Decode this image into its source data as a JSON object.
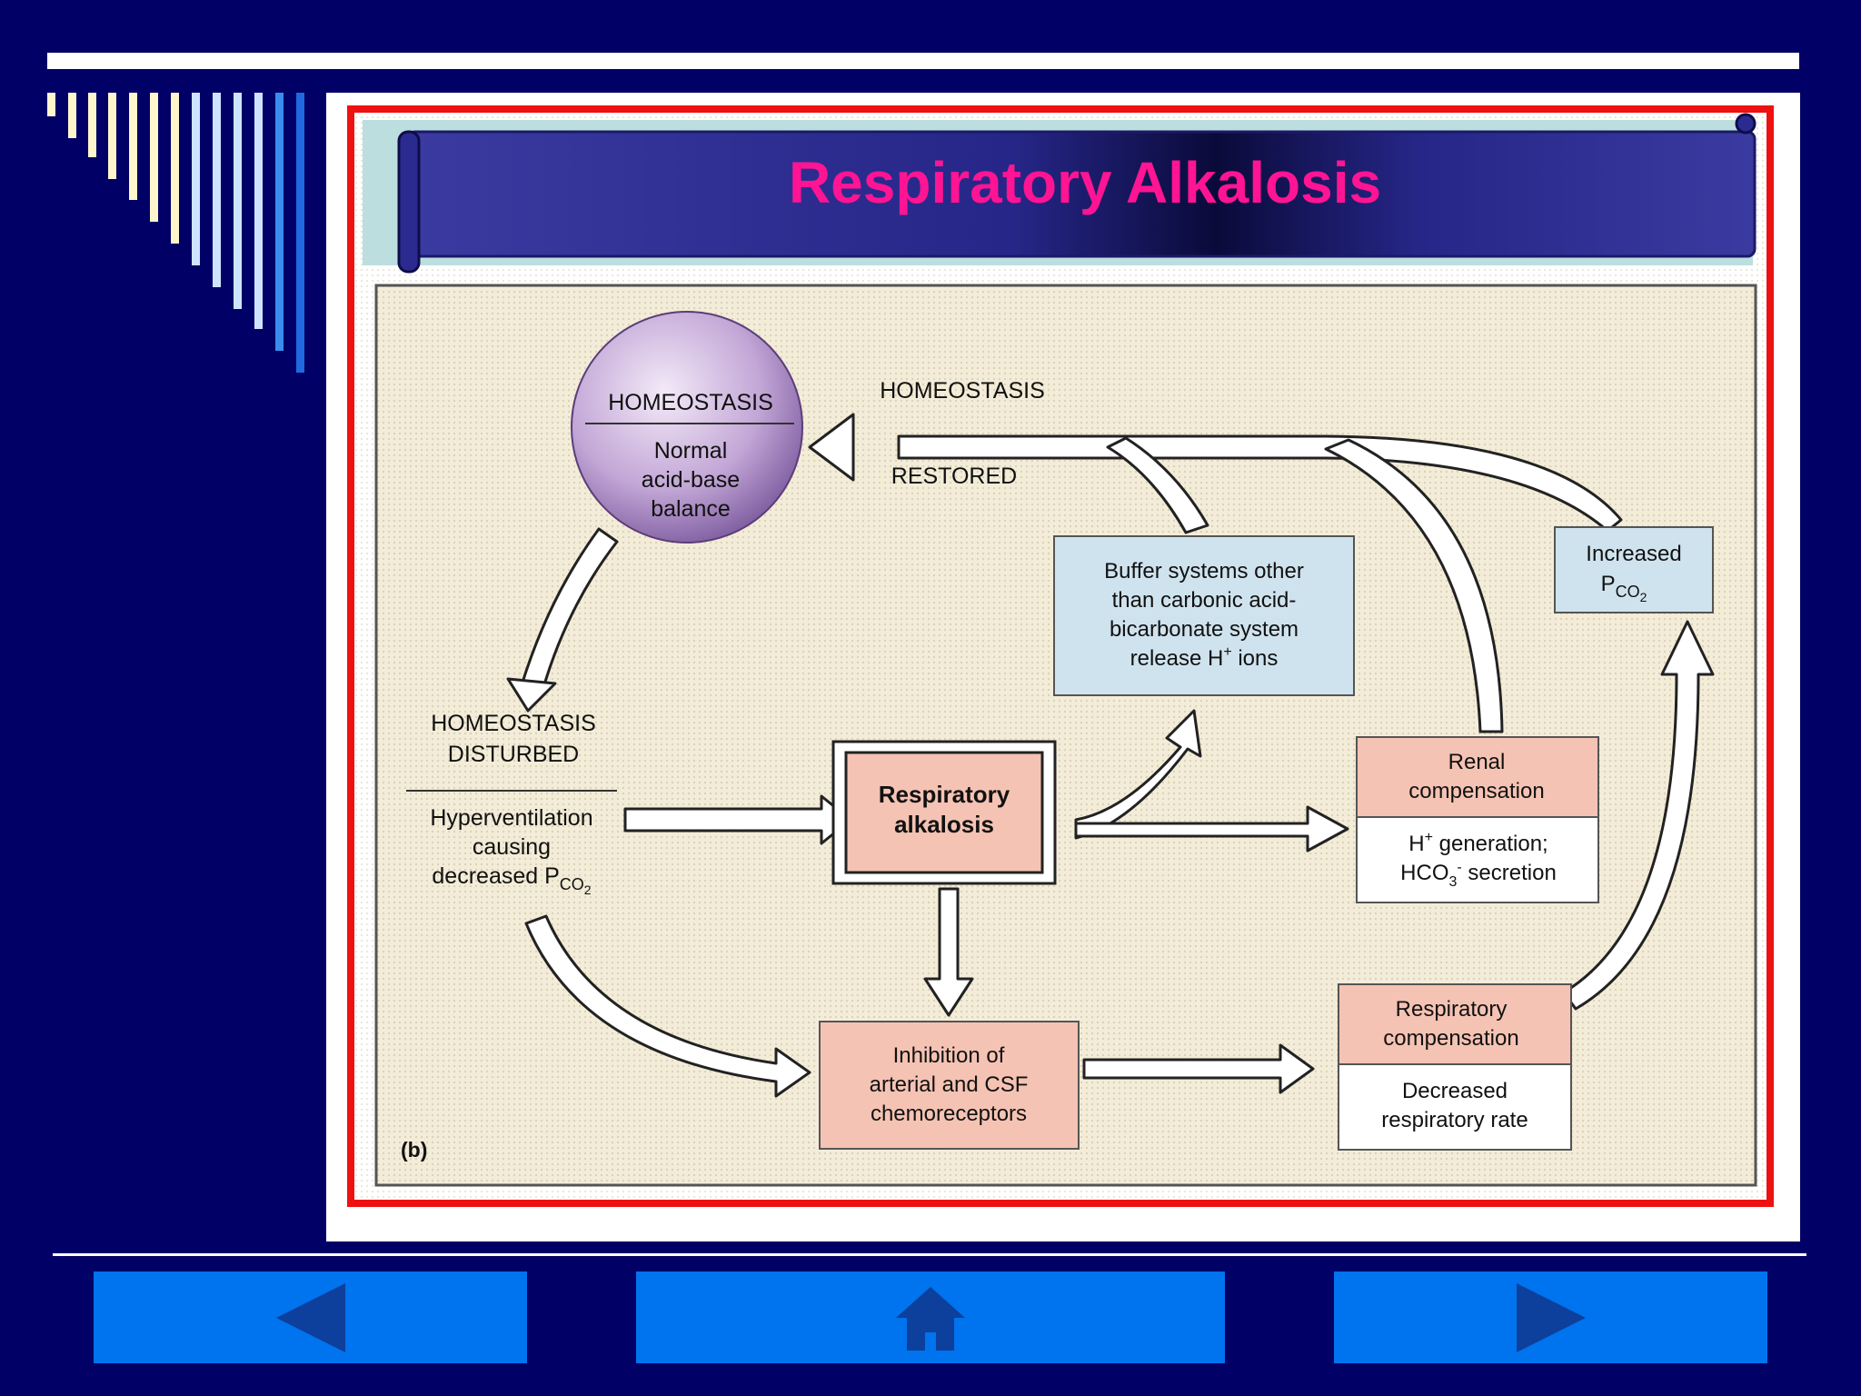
{
  "slide": {
    "title": "Respiratory Alkalosis",
    "colors": {
      "background": "#000066",
      "title": "#ff1493",
      "border_red": "#ee1111",
      "salmon_box": "#f5c3b3",
      "blue_box": "#cfe3ee",
      "panel": "#f3ecd8",
      "nav_button": "#0073ee",
      "nav_glyph": "#0d3f9c"
    }
  },
  "diagram": {
    "homeostasis_circle": {
      "heading": "HOMEOSTASIS",
      "lines": [
        "Normal",
        "acid-base",
        "balance"
      ]
    },
    "restored_label": {
      "line1": "HOMEOSTASIS",
      "line2": "RESTORED"
    },
    "disturbed_block": {
      "heading_lines": [
        "HOMEOSTASIS",
        "DISTURBED"
      ],
      "body_lines": [
        "Hyperventilation",
        "causing"
      ],
      "body_last_prefix": "decreased P",
      "body_last_sub": "CO",
      "body_last_subsub": "2"
    },
    "respiratory_alkalosis_box": {
      "lines": [
        "Respiratory",
        "alkalosis"
      ]
    },
    "buffer_box": {
      "lines": [
        "Buffer systems other",
        "than carbonic acid-",
        "bicarbonate system"
      ],
      "last_prefix": "release H",
      "last_sup": "+",
      "last_suffix": " ions"
    },
    "increased_pco2_box": {
      "line1": "Increased",
      "line2_prefix": "P",
      "line2_sub": "CO",
      "line2_subsub": "2"
    },
    "renal_box": {
      "heading_lines": [
        "Renal",
        "compensation"
      ],
      "line1_prefix": "H",
      "line1_sup": "+",
      "line1_suffix": " generation;",
      "line2_prefix": "HCO",
      "line2_sub": "3",
      "line2_sup": "-",
      "line2_suffix": " secretion"
    },
    "inhibition_box": {
      "lines": [
        "Inhibition of",
        "arterial and CSF",
        "chemoreceptors"
      ]
    },
    "resp_comp_box": {
      "heading_lines": [
        "Respiratory",
        "compensation"
      ],
      "body_lines": [
        "Decreased",
        "respiratory rate"
      ]
    },
    "panel_label": "(b)"
  },
  "nav": {
    "prev": {
      "icon": "left-triangle-icon"
    },
    "home": {
      "icon": "house-icon"
    },
    "next": {
      "icon": "right-triangle-icon"
    }
  }
}
